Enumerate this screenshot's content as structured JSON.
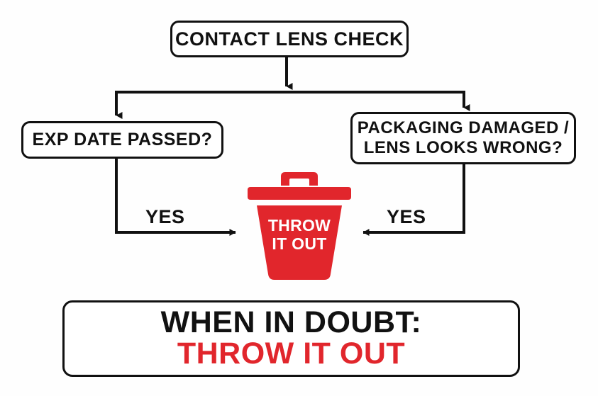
{
  "diagram": {
    "title": "Contact Lens Check Flowchart",
    "background_color": "#FEFEFE",
    "line_color": "#111111",
    "accent_red": "#E1262C"
  },
  "nodes": {
    "start": {
      "label": "CONTACT LENS CHECK"
    },
    "decision_left": {
      "label": "EXP DATE PASSED?"
    },
    "decision_right": {
      "line1": "PACKAGING DAMAGED /",
      "line2": "LENS LOOKS WRONG?"
    },
    "outcome": {
      "icon": "trash-can-icon",
      "line1": "THROW",
      "line2": "IT OUT",
      "color": "#E1262C"
    }
  },
  "edges": {
    "yes_left": "YES",
    "yes_right": "YES"
  },
  "banner": {
    "line1": "WHEN IN DOUBT:",
    "line2": "THROW IT OUT",
    "line1_color": "#111111",
    "line2_color": "#E1262C"
  }
}
